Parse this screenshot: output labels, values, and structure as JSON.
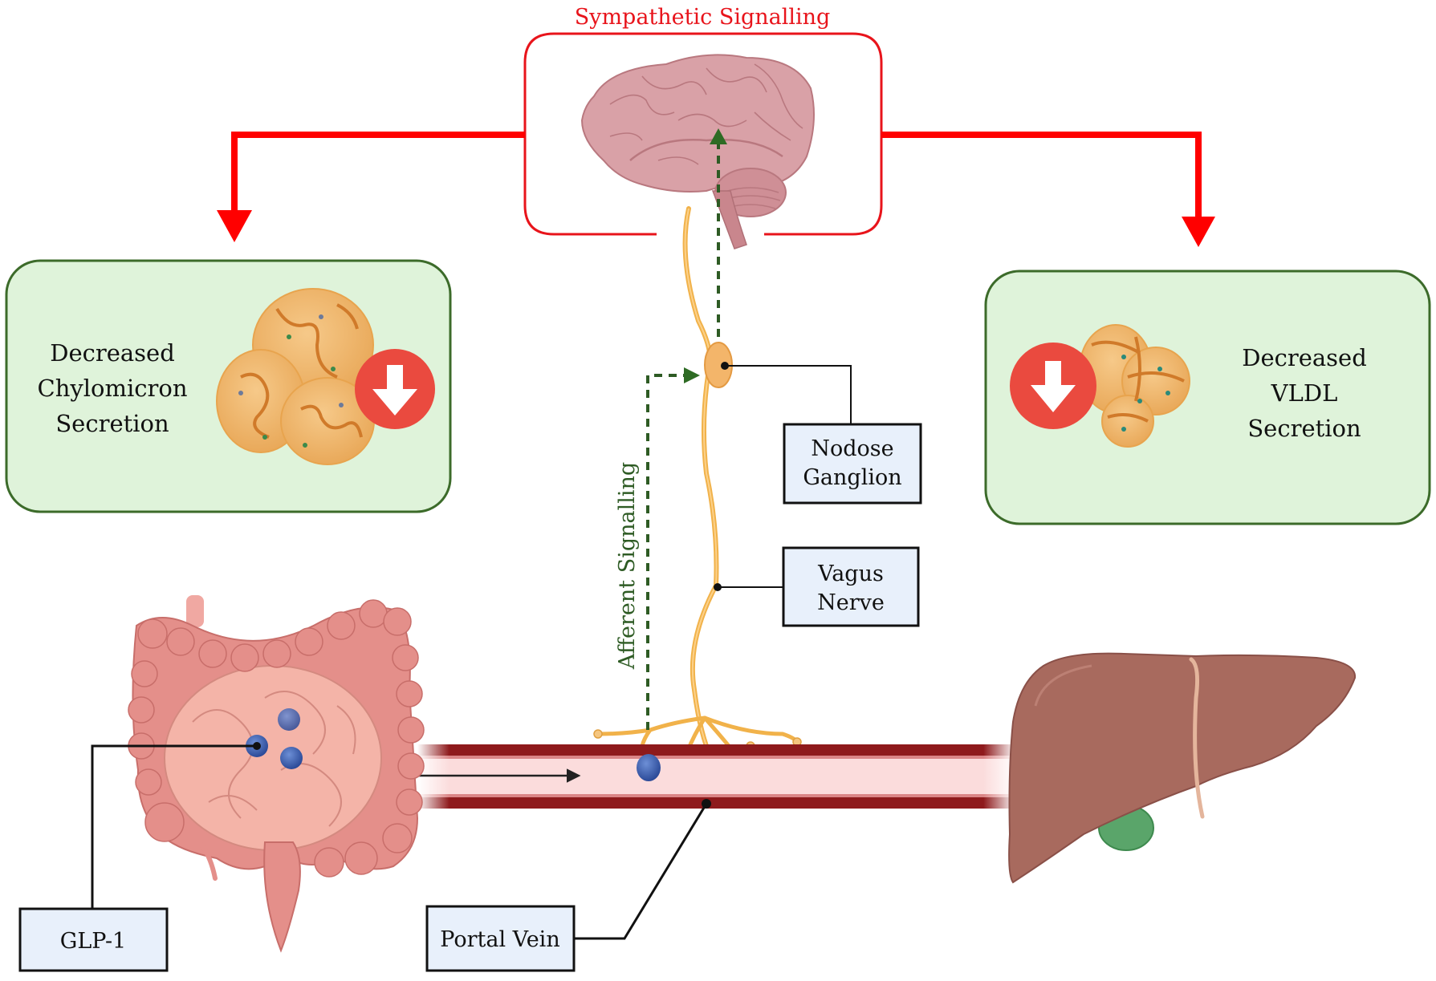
{
  "diagram": {
    "title": "GLP-1 gut-brain-liver axis and lipoprotein secretion",
    "colors": {
      "sympathetic_red": "#e8141b",
      "afferent_green": "#2e5b24",
      "panel_fill": "#dff3da",
      "panel_border": "#3c6b2a",
      "label_box_fill": "#e8f0fb",
      "label_box_border": "#111111",
      "vessel_wall": "#8e1a1c",
      "vessel_lumen": "#fbdcdc",
      "nerve": "#f1b24a",
      "glp1_dot": "#3a5fb0",
      "down_arrow_circle": "#ea4a3f",
      "liver": "#a86a5e",
      "gallbladder": "#5aa56a",
      "brain": "#d9a1a7",
      "intestine": "#e9a29c"
    },
    "top": {
      "label": "Sympathetic Signalling",
      "image": "brain-icon"
    },
    "left_panel": {
      "lines": [
        "Decreased",
        "Chylomicron",
        "Secretion"
      ],
      "image": "chylomicron-icon",
      "indicator": "decrease-arrow-icon"
    },
    "right_panel": {
      "lines": [
        "Decreased",
        "VLDL",
        "Secretion"
      ],
      "image": "vldl-icon",
      "indicator": "decrease-arrow-icon"
    },
    "afferent": {
      "label": "Afferent Signalling"
    },
    "callouts": {
      "nodose": [
        "Nodose",
        "Ganglion"
      ],
      "vagus": [
        "Vagus",
        "Nerve"
      ],
      "glp1": "GLP-1",
      "portal": "Portal Vein"
    },
    "organs": {
      "gut": "intestine-icon",
      "liver": "liver-icon",
      "vessel": "portal-vein"
    }
  }
}
